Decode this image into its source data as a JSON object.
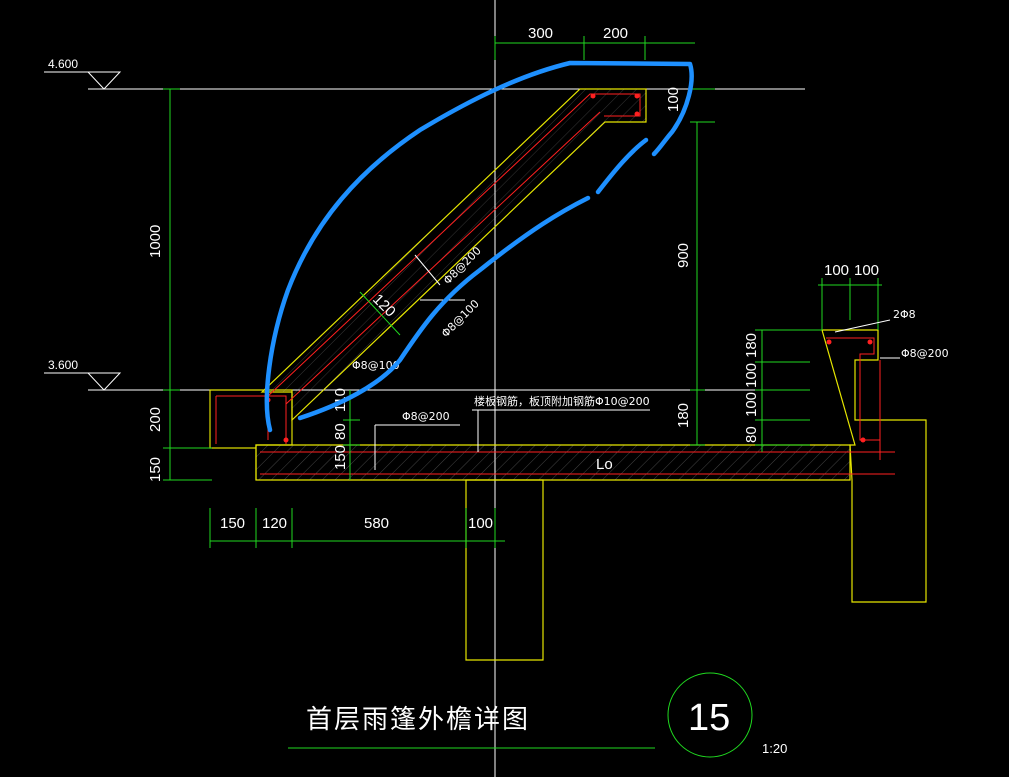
{
  "drawing": {
    "title": "首层雨篷外檐详图",
    "detail_number": "15",
    "scale": "1:20"
  },
  "elevations": {
    "top": "4.600",
    "bottom": "3.600"
  },
  "dimensions": {
    "top_300": "300",
    "top_200": "200",
    "slope_top_100": "100",
    "height_1000": "1000",
    "height_900": "900",
    "left_200": "200",
    "left_150": "150",
    "bottom_150": "150",
    "bottom_120": "120",
    "bottom_580": "580",
    "bottom_100": "100",
    "slab_150": "150",
    "slab_80": "80",
    "slab_110": "110",
    "slab_180": "180",
    "slope_120": "120",
    "parapet_100a": "100",
    "parapet_100b": "100",
    "right_180": "180",
    "right_100a": "100",
    "right_100b": "100",
    "right_80": "80",
    "lo": "Lo"
  },
  "rebar_notes": {
    "slope_200": "Φ8@200",
    "slope_100": "Φ8@100",
    "corner_100": "Φ8@100",
    "slab_200": "Φ8@200",
    "slab_main": "楼板钢筋，板顶附加钢筋Φ10@200",
    "parapet_bars": "2Φ8",
    "parapet_stirrup": "Φ8@200"
  },
  "colors": {
    "background": "#000000",
    "dimension": "#20d820",
    "concrete_outline": "#e6e600",
    "rebar": "#ff2020",
    "annotation_markup": "#1e90ff",
    "text": "#ffffff"
  }
}
